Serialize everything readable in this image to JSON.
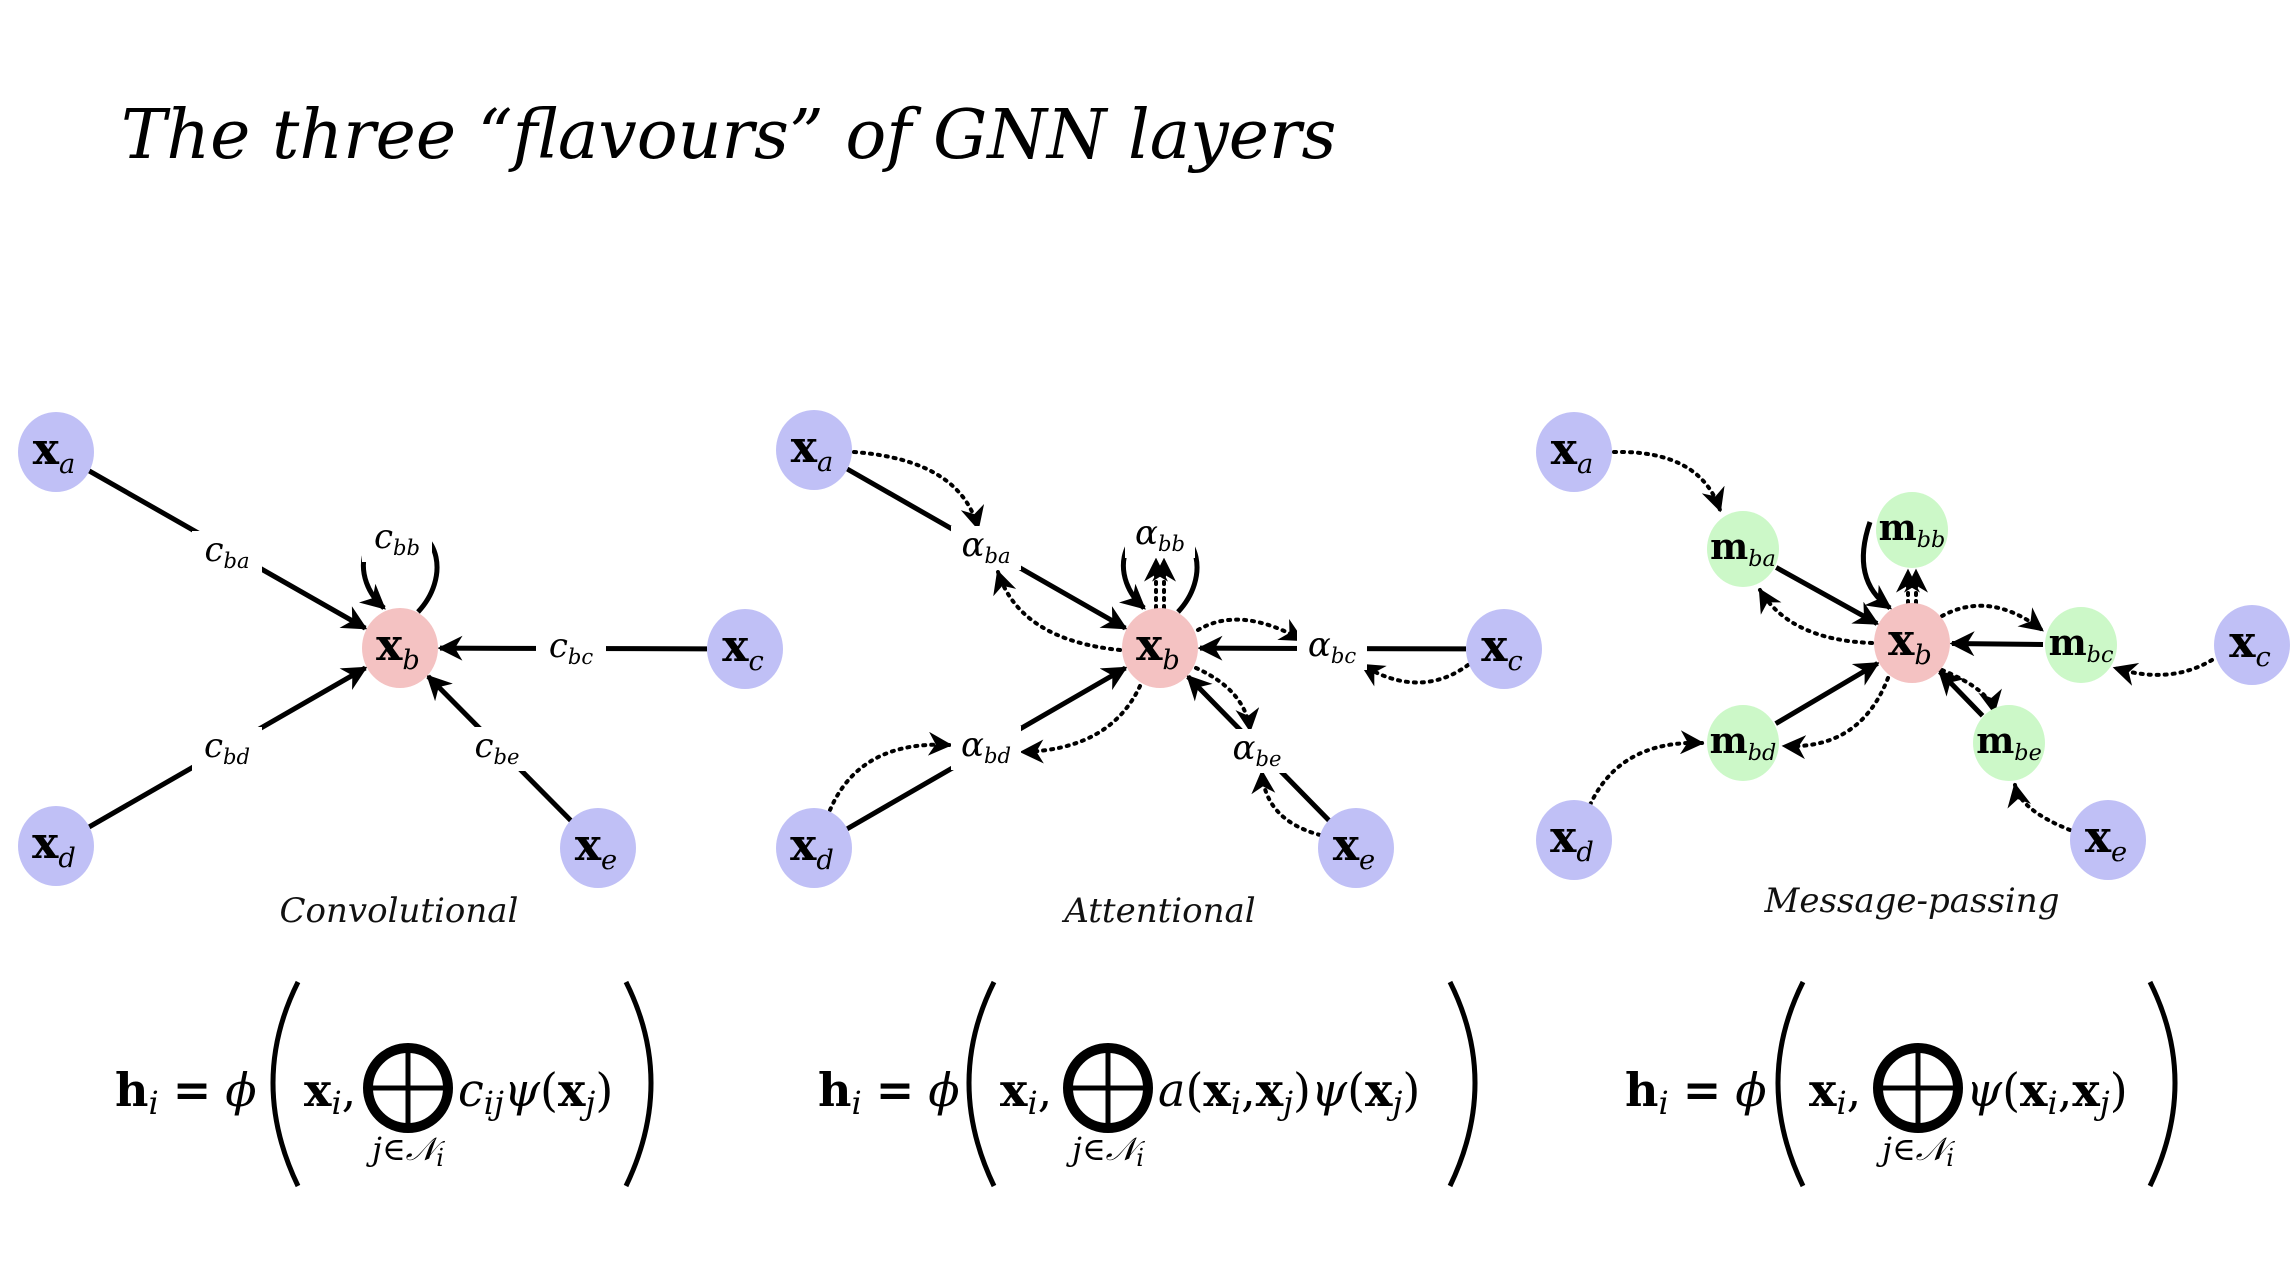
{
  "title": "The three “flavours” of GNN layers",
  "colors": {
    "neighbor_node": "#c0c0f6",
    "center_node": "#f4c2c2",
    "message_node": "#ccf8c8",
    "edge": "#000000"
  },
  "panels": [
    {
      "caption": "Convolutional",
      "nodes": {
        "a": {
          "sym": "x",
          "sub": "a"
        },
        "b": {
          "sym": "x",
          "sub": "b"
        },
        "c": {
          "sym": "x",
          "sub": "c"
        },
        "d": {
          "sym": "x",
          "sub": "d"
        },
        "e": {
          "sym": "x",
          "sub": "e"
        }
      },
      "edge_labels": {
        "ba": {
          "sym": "c",
          "sub": "ba"
        },
        "bb": {
          "sym": "c",
          "sub": "bb"
        },
        "bc": {
          "sym": "c",
          "sub": "bc"
        },
        "bd": {
          "sym": "c",
          "sub": "bd"
        },
        "be": {
          "sym": "c",
          "sub": "be"
        }
      }
    },
    {
      "caption": "Attentional",
      "nodes": {
        "a": {
          "sym": "x",
          "sub": "a"
        },
        "b": {
          "sym": "x",
          "sub": "b"
        },
        "c": {
          "sym": "x",
          "sub": "c"
        },
        "d": {
          "sym": "x",
          "sub": "d"
        },
        "e": {
          "sym": "x",
          "sub": "e"
        }
      },
      "edge_labels": {
        "ba": {
          "sym": "α",
          "sub": "ba"
        },
        "bb": {
          "sym": "α",
          "sub": "bb"
        },
        "bc": {
          "sym": "α",
          "sub": "bc"
        },
        "bd": {
          "sym": "α",
          "sub": "bd"
        },
        "be": {
          "sym": "α",
          "sub": "be"
        }
      }
    },
    {
      "caption": "Message-passing",
      "nodes": {
        "a": {
          "sym": "x",
          "sub": "a"
        },
        "b": {
          "sym": "x",
          "sub": "b"
        },
        "c": {
          "sym": "x",
          "sub": "c"
        },
        "d": {
          "sym": "x",
          "sub": "d"
        },
        "e": {
          "sym": "x",
          "sub": "e"
        }
      },
      "message_nodes": {
        "ba": {
          "sym": "m",
          "sub": "ba"
        },
        "bb": {
          "sym": "m",
          "sub": "bb"
        },
        "bc": {
          "sym": "m",
          "sub": "bc"
        },
        "bd": {
          "sym": "m",
          "sub": "bd"
        },
        "be": {
          "sym": "m",
          "sub": "be"
        }
      }
    }
  ],
  "formulas": [
    {
      "lhs": "h",
      "lhs_sub": "i",
      "eq": "=",
      "phi": "ϕ",
      "first": "x",
      "first_sub": "i",
      "comma": ",",
      "under": "j∈𝒩",
      "under_sub": "i",
      "body": [
        {
          "t": "c",
          "c": "it"
        },
        {
          "t": "ij",
          "c": "sub"
        },
        {
          "t": "ψ",
          "c": "it"
        },
        {
          "t": "(",
          "c": ""
        },
        {
          "t": "x",
          "c": "bold"
        },
        {
          "t": "j",
          "c": "sub"
        },
        {
          "t": ")",
          "c": ""
        }
      ]
    },
    {
      "lhs": "h",
      "lhs_sub": "i",
      "eq": "=",
      "phi": "ϕ",
      "first": "x",
      "first_sub": "i",
      "comma": ",",
      "under": "j∈𝒩",
      "under_sub": "i",
      "body": [
        {
          "t": "a",
          "c": "it"
        },
        {
          "t": "(",
          "c": ""
        },
        {
          "t": "x",
          "c": "bold"
        },
        {
          "t": "i",
          "c": "sub"
        },
        {
          "t": ",",
          "c": ""
        },
        {
          "t": "x",
          "c": "bold"
        },
        {
          "t": "j",
          "c": "sub"
        },
        {
          "t": ")",
          "c": ""
        },
        {
          "t": "ψ",
          "c": "it"
        },
        {
          "t": "(",
          "c": ""
        },
        {
          "t": "x",
          "c": "bold"
        },
        {
          "t": "j",
          "c": "sub"
        },
        {
          "t": ")",
          "c": ""
        }
      ]
    },
    {
      "lhs": "h",
      "lhs_sub": "i",
      "eq": "=",
      "phi": "ϕ",
      "first": "x",
      "first_sub": "i",
      "comma": ",",
      "under": "j∈𝒩",
      "under_sub": "i",
      "body": [
        {
          "t": "ψ",
          "c": "it"
        },
        {
          "t": "(",
          "c": ""
        },
        {
          "t": "x",
          "c": "bold"
        },
        {
          "t": "i",
          "c": "sub"
        },
        {
          "t": ",",
          "c": ""
        },
        {
          "t": "x",
          "c": "bold"
        },
        {
          "t": "j",
          "c": "sub"
        },
        {
          "t": ")",
          "c": ""
        }
      ]
    }
  ]
}
